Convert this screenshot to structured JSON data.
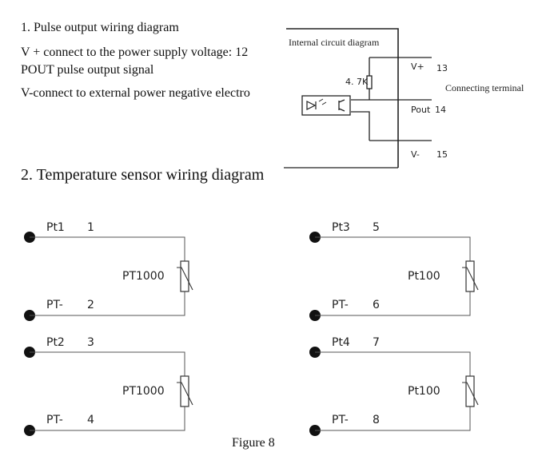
{
  "section1": {
    "heading": "1.  Pulse output wiring diagram",
    "line1": "V + connect to the power supply voltage: 12",
    "line2": "POUT pulse output signal",
    "line3": "V-connect to external power negative electro"
  },
  "circuit": {
    "internal_label": "Internal circuit diagram",
    "resistor_label": "4. 7K",
    "terminal_label": "Connecting terminal",
    "terminals": [
      {
        "name": "V+",
        "number": "13"
      },
      {
        "name": "Pout",
        "number": "14"
      },
      {
        "name": "V-",
        "number": "15"
      }
    ]
  },
  "section2": {
    "heading": "2. Temperature sensor wiring diagram"
  },
  "sensors": [
    {
      "top_label": "Pt1",
      "top_num": "1",
      "bottom_label": "PT-",
      "bottom_num": "2",
      "type": "PT1000"
    },
    {
      "top_label": "Pt3",
      "top_num": "5",
      "bottom_label": "PT-",
      "bottom_num": "6",
      "type": "Pt100"
    },
    {
      "top_label": "Pt2",
      "top_num": "3",
      "bottom_label": "PT-",
      "bottom_num": "4",
      "type": "PT1000"
    },
    {
      "top_label": "Pt4",
      "top_num": "7",
      "bottom_label": "PT-",
      "bottom_num": "8",
      "type": "Pt100"
    }
  ],
  "caption": "Figure 8"
}
